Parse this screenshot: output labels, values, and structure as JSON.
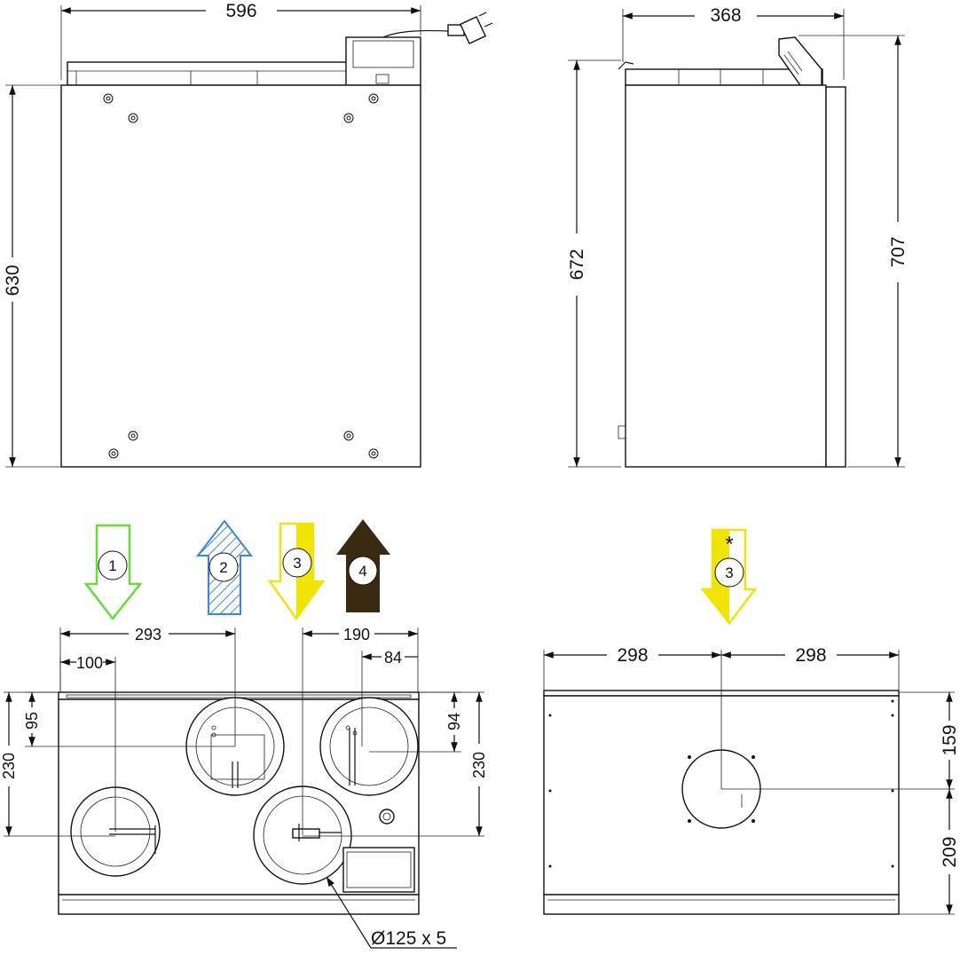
{
  "colors": {
    "arrow1": "#66dd33",
    "arrow2": "#3a87d8",
    "arrow3": "#f0e400",
    "arrow4": "#3a2a12",
    "line": "#111111"
  },
  "front_view": {
    "width_label": "596",
    "height_label": "630"
  },
  "side_view": {
    "depth_label": "368",
    "height_label": "672",
    "total_height_label": "707"
  },
  "flow_arrows": {
    "a1": "1",
    "a2": "2",
    "a3": "3",
    "a4": "4"
  },
  "top_view": {
    "d293": "293",
    "d190": "190",
    "d100": "100",
    "d84": "84",
    "d95": "95",
    "d230_left": "230",
    "d94": "94",
    "d230_right": "230",
    "duct_label": "Ø125 x 5"
  },
  "alt_top_view": {
    "arrow_label": "3",
    "asterisk": "*",
    "left_width": "298",
    "right_width": "298",
    "d159": "159",
    "d209": "209"
  }
}
